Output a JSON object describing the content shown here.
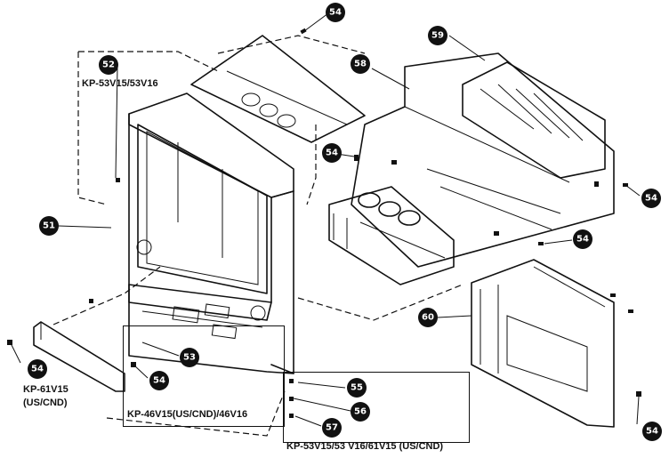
{
  "callouts": [
    {
      "id": "51"
    },
    {
      "id": "52"
    },
    {
      "id": "53"
    },
    {
      "id": "54"
    },
    {
      "id": "54"
    },
    {
      "id": "54"
    },
    {
      "id": "54"
    },
    {
      "id": "54"
    },
    {
      "id": "54"
    },
    {
      "id": "54"
    },
    {
      "id": "55"
    },
    {
      "id": "56"
    },
    {
      "id": "57"
    },
    {
      "id": "58"
    },
    {
      "id": "59"
    },
    {
      "id": "60"
    }
  ],
  "labels": {
    "kp53v15_53v16": "KP-53V15/53V16",
    "kp61v15": "KP-61V15",
    "us_cnd": "(US/CND)",
    "kp46v15": "KP-46V15(US/CND)/46V16",
    "kp53_61": "KP-53V15/53 V16/61V15 (US/CND)"
  }
}
